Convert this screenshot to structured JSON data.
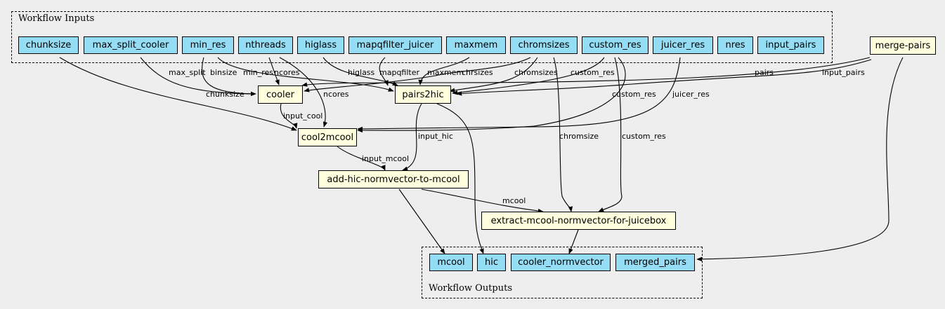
{
  "clusters": {
    "inputs_title": "Workflow Inputs",
    "outputs_title": "Workflow Outputs"
  },
  "inputs": [
    "chunksize",
    "max_split_cooler",
    "min_res",
    "nthreads",
    "higlass",
    "mapqfilter_juicer",
    "maxmem",
    "chromsizes",
    "custom_res",
    "juicer_res",
    "nres",
    "input_pairs"
  ],
  "steps": {
    "merge_pairs": "merge-pairs",
    "cooler": "cooler",
    "pairs2hic": "pairs2hic",
    "cool2mcool": "cool2mcool",
    "add_hic": "add-hic-normvector-to-mcool",
    "extract": "extract-mcool-normvector-for-juicebox"
  },
  "outputs": [
    "mcool",
    "hic",
    "cooler_normvector",
    "merged_pairs"
  ],
  "edge_labels": {
    "max_split": "max_split",
    "binsize": "binsize",
    "min_res": "min_res",
    "ncores_cooler": "ncores",
    "chunksize": "chunksize",
    "ncores_cool2mcool": "ncores",
    "higlass": "higlass",
    "mapqfilter": "mapqfilter",
    "maxmem": "maxmem",
    "chrsizes": "chrsizes",
    "chromsizes": "chromsizes",
    "custom_res_pairs2hic": "custom_res",
    "pairs": "pairs",
    "input_pairs": "input_pairs",
    "custom_res_cool2mcool": "custom_res",
    "juicer_res": "juicer_res",
    "input_cool": "input_cool",
    "input_hic": "input_hic",
    "input_mcool": "input_mcool",
    "chromsize": "chromsize",
    "custom_res_extract": "custom_res",
    "mcool": "mcool"
  },
  "colors": {
    "input_fill": "#94ddf4",
    "step_fill": "#ffffdd",
    "background": "#eeeeee"
  }
}
